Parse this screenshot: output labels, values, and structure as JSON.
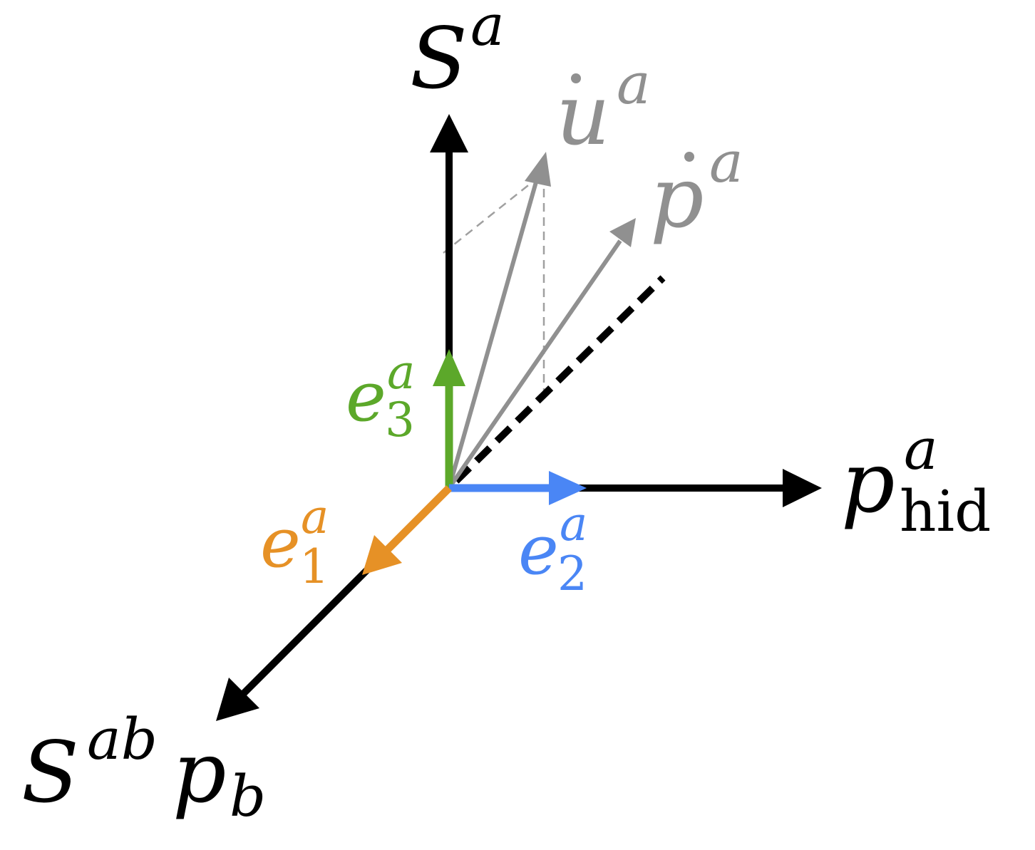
{
  "colors": {
    "axis": "#000000",
    "gray": "#909090",
    "gray_dashed": "#a0a0a0",
    "green": "#5ca82a",
    "blue": "#4a86f5",
    "orange": "#e69126"
  },
  "labels": {
    "s_up": {
      "base": "S",
      "sup": "a"
    },
    "u_dot": {
      "base": "u",
      "sup": "a"
    },
    "p_dot": {
      "base": "p",
      "sup": "a"
    },
    "p_hid": {
      "base": "p",
      "sup": "a",
      "sub": "hid"
    },
    "e3": {
      "base": "e",
      "sup": "a",
      "sub": "3"
    },
    "e2": {
      "base": "e",
      "sup": "a",
      "sub": "2"
    },
    "e1": {
      "base": "e",
      "sup": "a",
      "sub": "1"
    },
    "s_ab": {
      "base": "S",
      "sup": "ab",
      "base2": "p",
      "sub2": "b"
    }
  }
}
